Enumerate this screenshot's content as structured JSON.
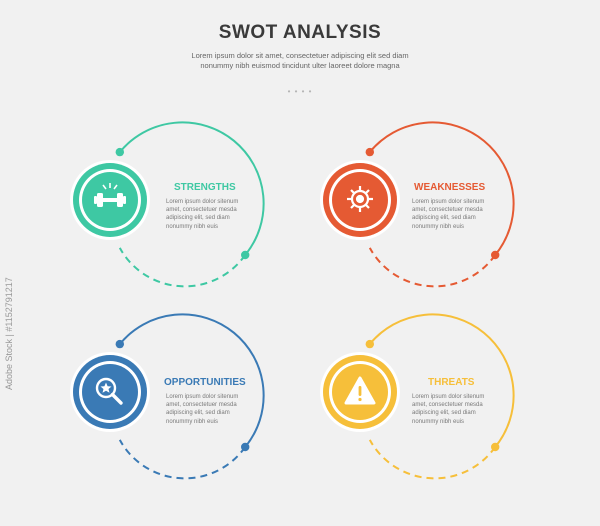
{
  "header": {
    "title": "SWOT ANALYSIS",
    "subtitle": "Lorem ipsum dolor sit amet, consectetuer adipiscing elit sed diam nonummy nibh euismod tincidunt ulter laoreet dolore magna",
    "dots": "• • • •"
  },
  "items": [
    {
      "key": "strengths",
      "label": "STRENGTHS",
      "description": "Lorem ipsum dolor sitenum amet, consectetuer mesda adipiscing elit, sed diam nonummy nibh euis",
      "color": "#3ec8a3",
      "icon": "barbell-icon"
    },
    {
      "key": "weaknesses",
      "label": "WEAKNESSES",
      "description": "Lorem ipsum dolor sitenum amet, consectetuer mesda adipiscing elit, sed diam nonummy nibh euis",
      "color": "#e55a33",
      "icon": "broken-gear-icon"
    },
    {
      "key": "opportunities",
      "label": "OPPORTUNITIES",
      "description": "Lorem ipsum dolor sitenum amet, consectetuer mesda adipiscing elit, sed diam nonummy nibh euis",
      "color": "#3a7ab5",
      "icon": "magnifier-star-icon"
    },
    {
      "key": "threats",
      "label": "THREATS",
      "description": "Lorem ipsum dolor sitenum amet, consectetuer mesda adipiscing elit, sed diam nonummy nibh euis",
      "color": "#f6bf3a",
      "icon": "warning-icon"
    }
  ],
  "watermark": "Adobe Stock | #1152791217"
}
